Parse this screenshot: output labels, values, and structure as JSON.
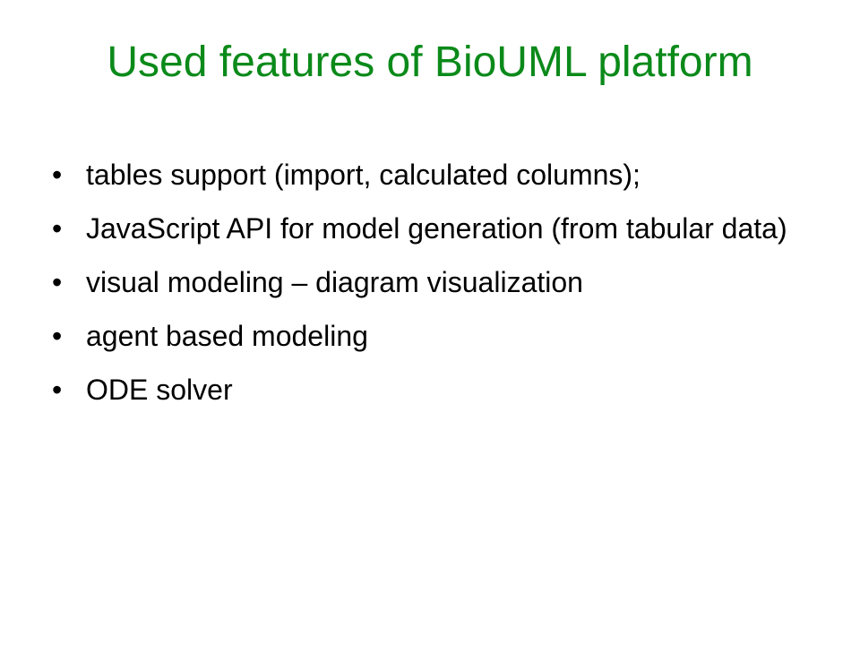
{
  "slide": {
    "title": "Used features of BioUML platform",
    "bullet_symbol": "•",
    "bullets": [
      "tables support (import, calculated columns);",
      "JavaScript API for model generation (from tabular data)",
      "visual modeling – diagram visualization",
      "agent based modeling",
      "ODE solver"
    ]
  },
  "colors": {
    "title": "#0b8a1a",
    "text": "#000000",
    "background": "#ffffff"
  }
}
